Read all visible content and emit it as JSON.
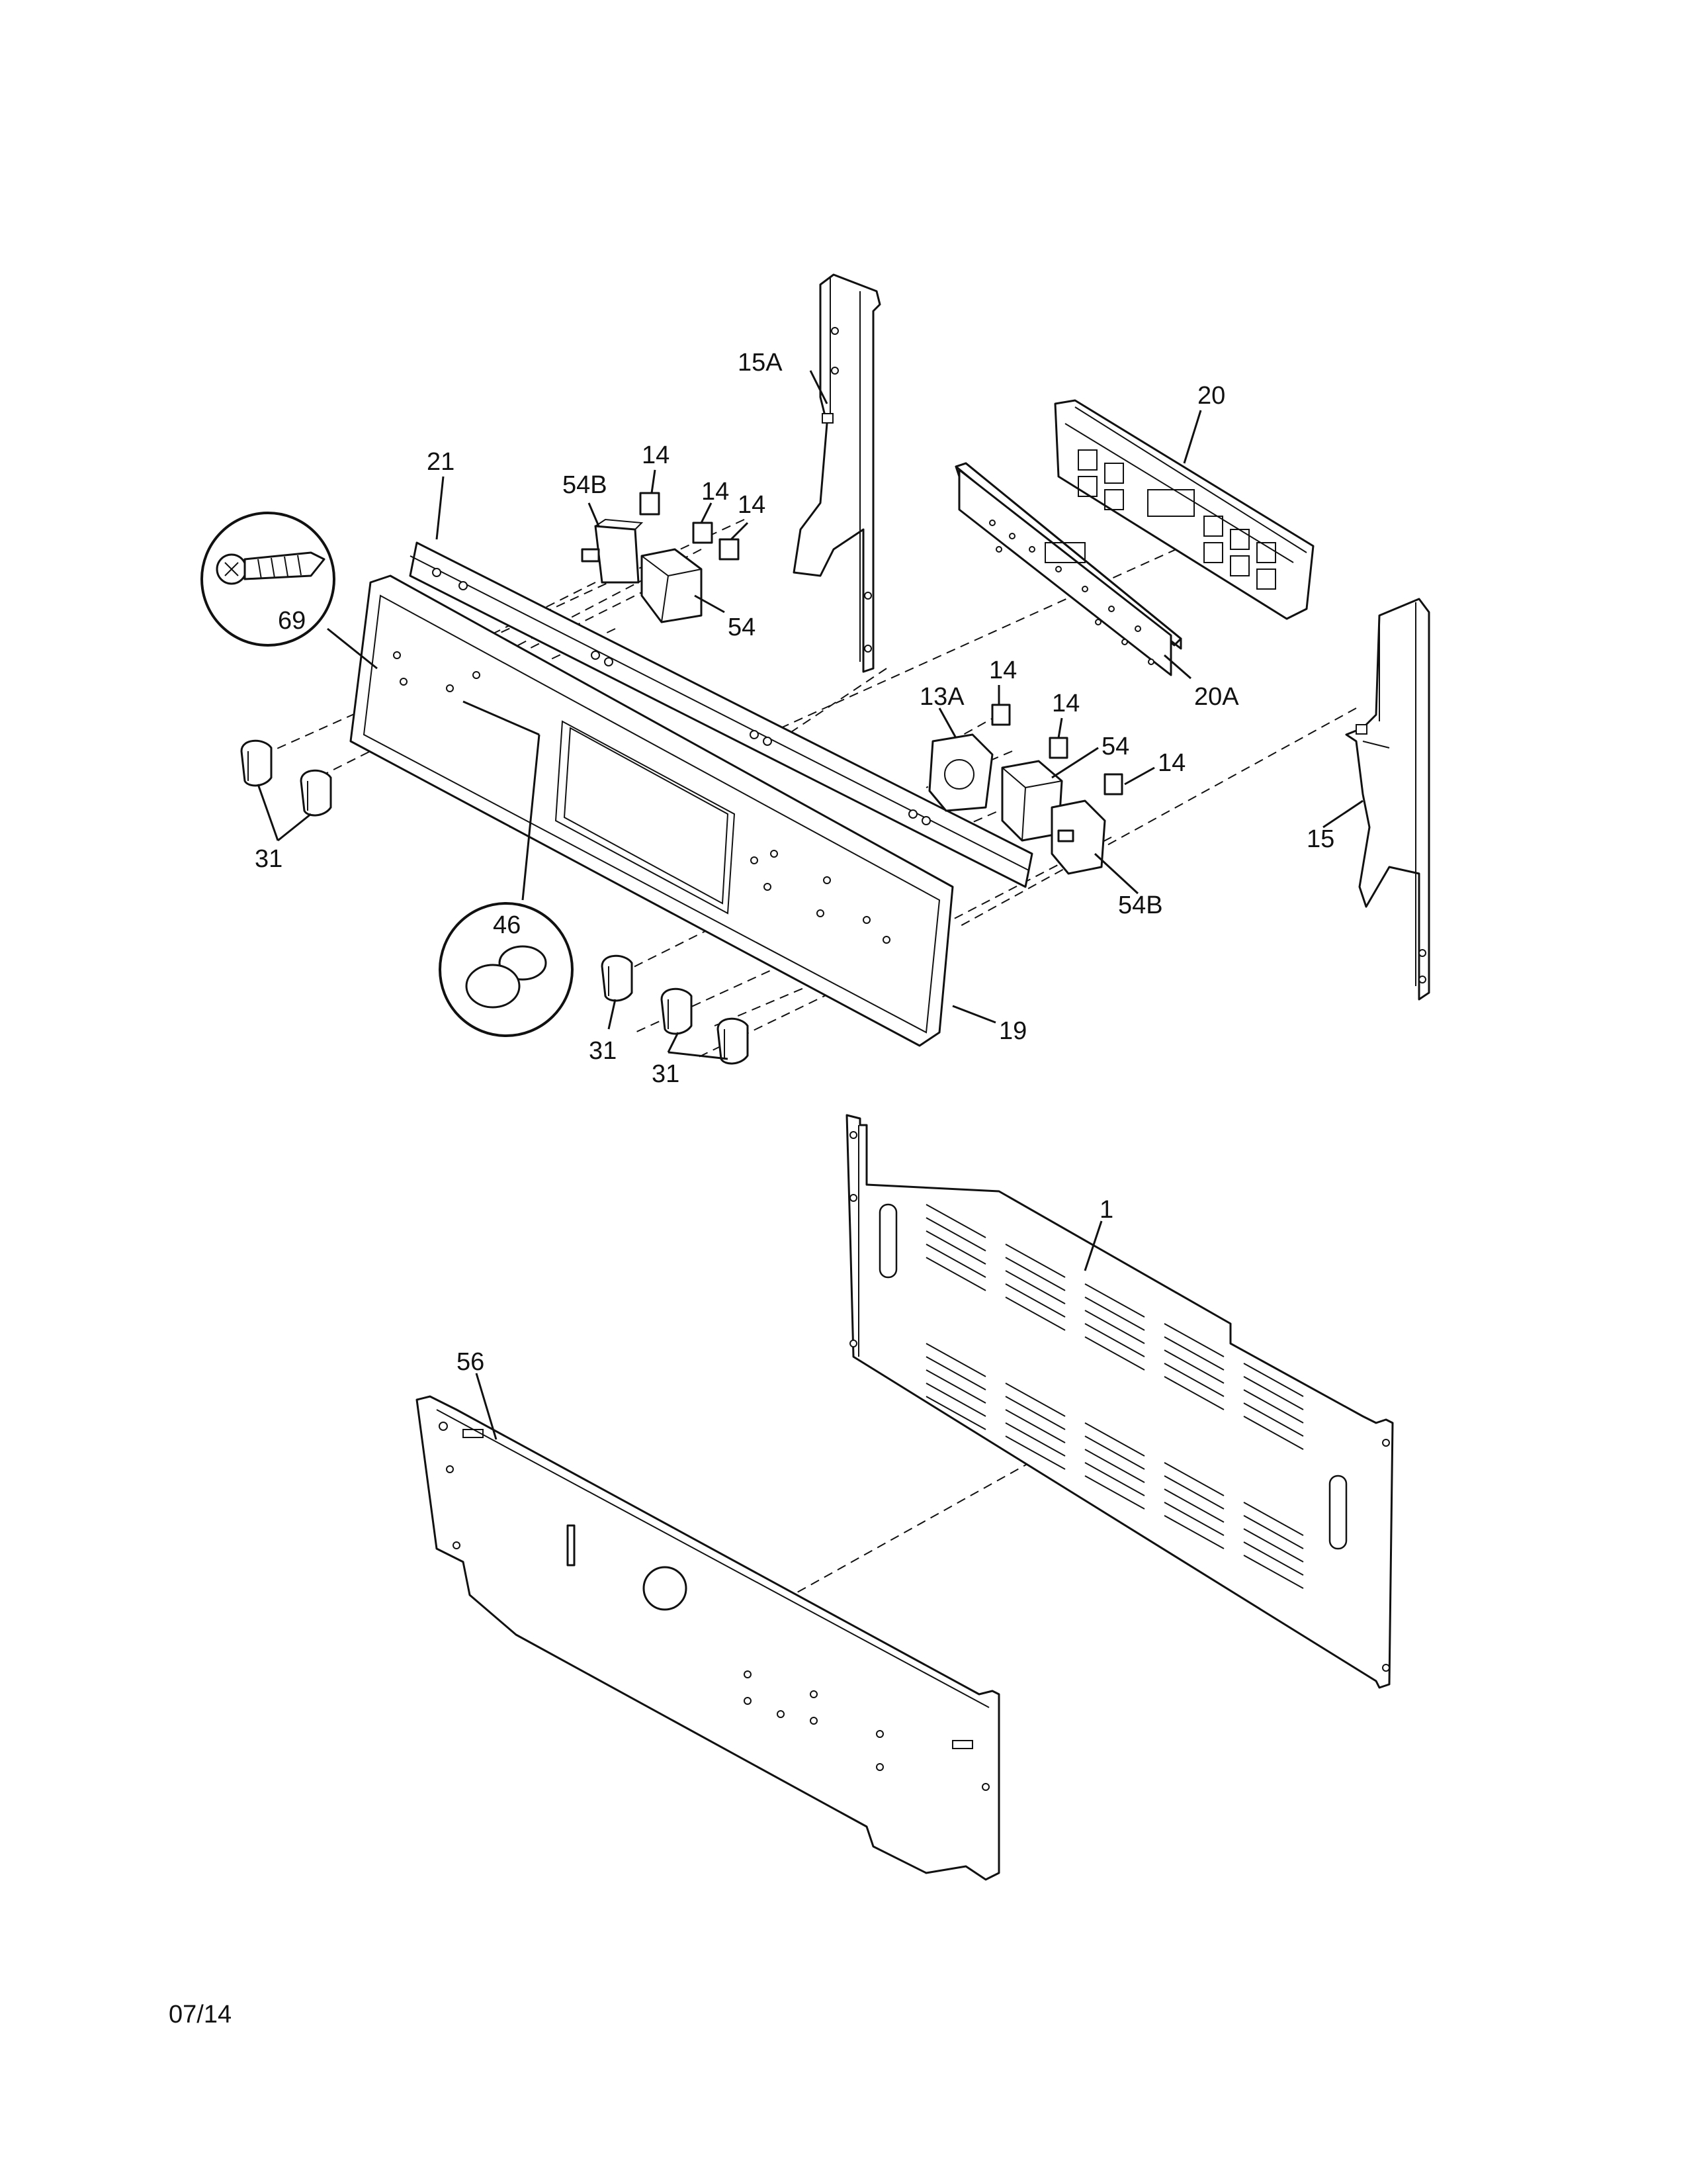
{
  "callouts": {
    "c1": "1",
    "c13A": "13A",
    "c14a": "14",
    "c14b": "14",
    "c14c": "14",
    "c14d": "14",
    "c14e": "14",
    "c14f": "14",
    "c15": "15",
    "c15A": "15A",
    "c19": "19",
    "c20": "20",
    "c20A": "20A",
    "c21": "21",
    "c31a": "31",
    "c31b": "31",
    "c31c": "31",
    "c46": "46",
    "c54a": "54",
    "c54b": "54",
    "c54Ba": "54B",
    "c54Bb": "54B",
    "c56": "56",
    "c69": "69"
  },
  "footer": {
    "date_code": "07/14"
  }
}
